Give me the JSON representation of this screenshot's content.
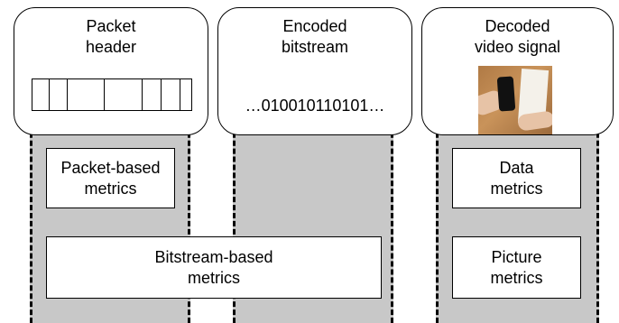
{
  "sources": {
    "packet": {
      "title": [
        "Packet",
        "header"
      ],
      "cells": 7
    },
    "bitstream": {
      "title": [
        "Encoded",
        "bitstream"
      ],
      "bits": "…010010110101…"
    },
    "video": {
      "title": [
        "Decoded",
        "video signal"
      ]
    }
  },
  "metrics": {
    "packet": [
      "Packet-based",
      "metrics"
    ],
    "bitstream": [
      "Bitstream-based",
      "metrics"
    ],
    "data": [
      "Data",
      "metrics"
    ],
    "picture": [
      "Picture",
      "metrics"
    ]
  },
  "colors": {
    "column_fill": "#c8c8c8",
    "stroke": "#000000",
    "box_fill": "#ffffff"
  },
  "icons": {
    "photo": "hand-holding-phone-photo"
  }
}
